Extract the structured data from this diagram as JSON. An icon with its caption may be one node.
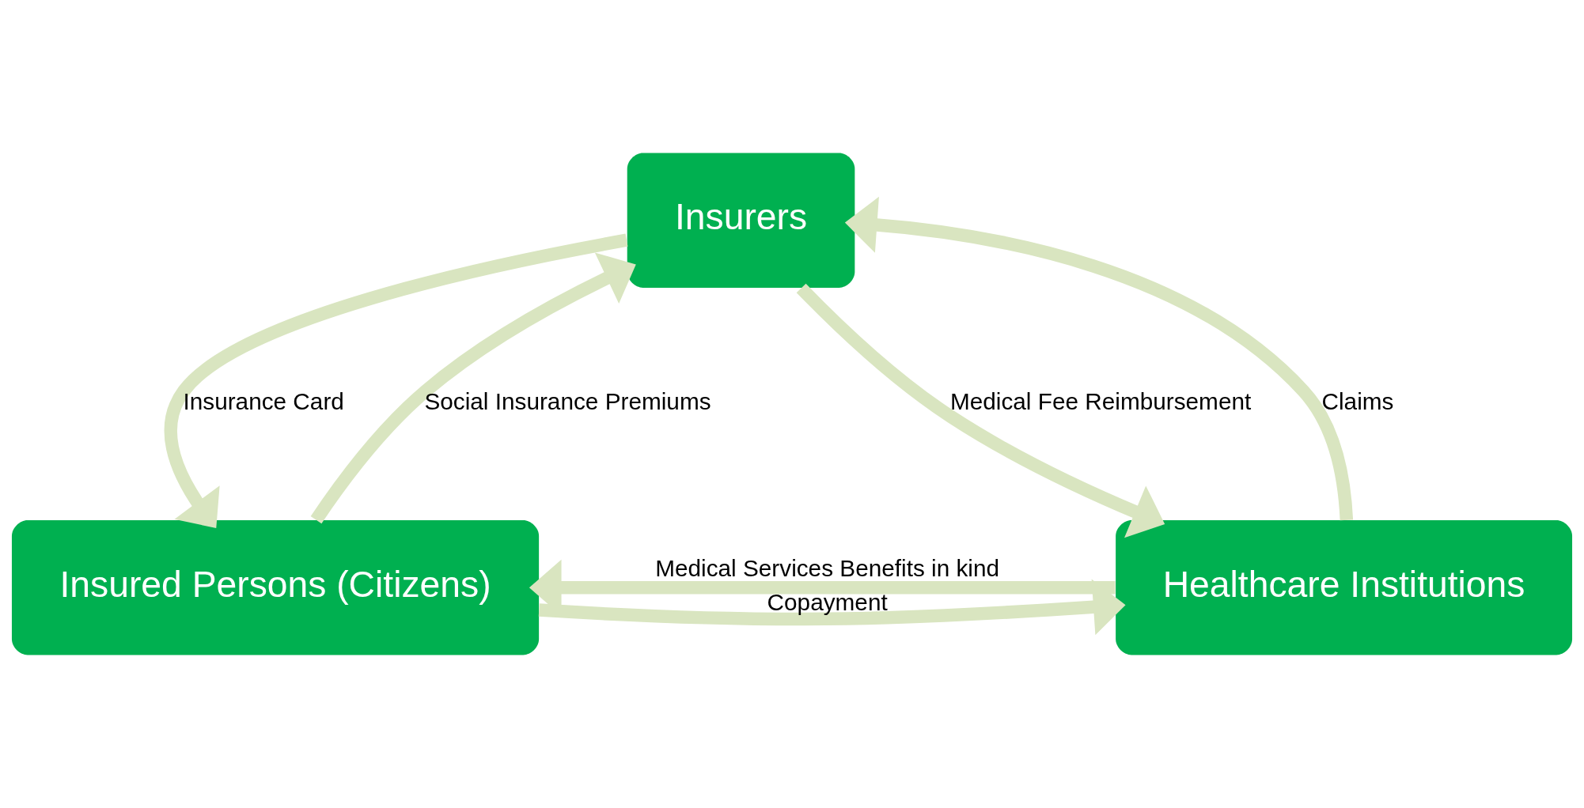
{
  "diagram": {
    "nodes": [
      {
        "text": [
          "Insurers"
        ]
      },
      {
        "text": [
          "Insured Persons (Citizens)"
        ]
      },
      {
        "text": [
          "Healthcare Institutions"
        ]
      }
    ],
    "edges": [
      {
        "from": 1,
        "to": 0,
        "arrow": "to",
        "label": "Social Insurance Premiums"
      },
      {
        "from": 0,
        "to": 1,
        "arrow": "to",
        "label": "Insurance Card"
      },
      {
        "from": 0,
        "to": 2,
        "arrow": "to",
        "label": "Medical Fee Reimbursement"
      },
      {
        "from": 2,
        "to": 0,
        "arrow": "to",
        "label": "Claims"
      },
      {
        "from": 1,
        "to": 2,
        "arrow": "to",
        "label": "Copayment"
      },
      {
        "from": 2,
        "to": 1,
        "arrow": "to",
        "label": "Medical Services Benefits in kind"
      }
    ]
  }
}
